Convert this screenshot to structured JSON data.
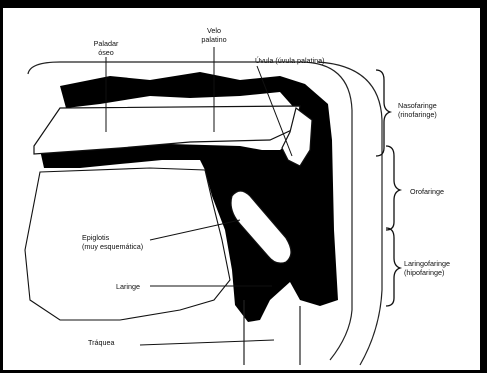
{
  "labels": {
    "paladar_oseo": [
      "Paladar",
      "óseo"
    ],
    "velo_palatino": [
      "Velo",
      "palatino"
    ],
    "uvula": "Úvula (úvula palatina)",
    "nasofaringe": [
      "Nasofaringe",
      "(rinofaringe)"
    ],
    "orofaringe": "Orofaringe",
    "laringofaringe": [
      "Laringofaringe",
      "(hipofaringe)"
    ],
    "epiglotis": [
      "Epiglotis",
      "(muy esquemática)"
    ],
    "laringe": "Laringe",
    "traquea": "Tráquea"
  }
}
